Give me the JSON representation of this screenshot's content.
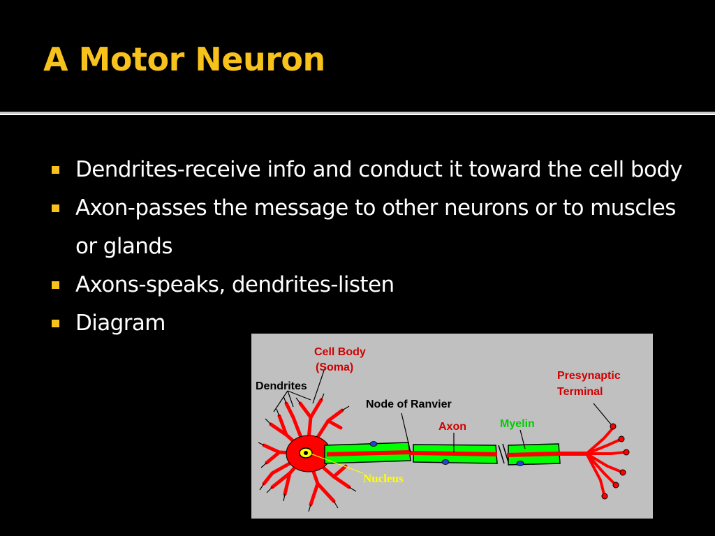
{
  "slide": {
    "title": "A Motor Neuron",
    "bullets": [
      "Dendrites-receive info and conduct it toward the cell body",
      "Axon-passes the message to other neurons or to muscles or glands",
      "Axons-speaks, dendrites-listen",
      "Diagram"
    ]
  },
  "diagram": {
    "labels": {
      "cell_body_line1": "Cell Body",
      "cell_body_line2": "(Soma)",
      "dendrites": "Dendrites",
      "node_of_ranvier": "Node of Ranvier",
      "axon": "Axon",
      "myelin": "Myelin",
      "presynaptic_line1": "Presynaptic",
      "presynaptic_line2": "Terminal",
      "nucleus": "Nucleus"
    }
  },
  "colors": {
    "title": "#f7c21b",
    "bullet": "#f7c21b",
    "background": "#000000",
    "text": "#ffffff",
    "neuron": "#ff0000",
    "myelin": "#00ff00",
    "diagram_background": "#c0c0c0"
  }
}
